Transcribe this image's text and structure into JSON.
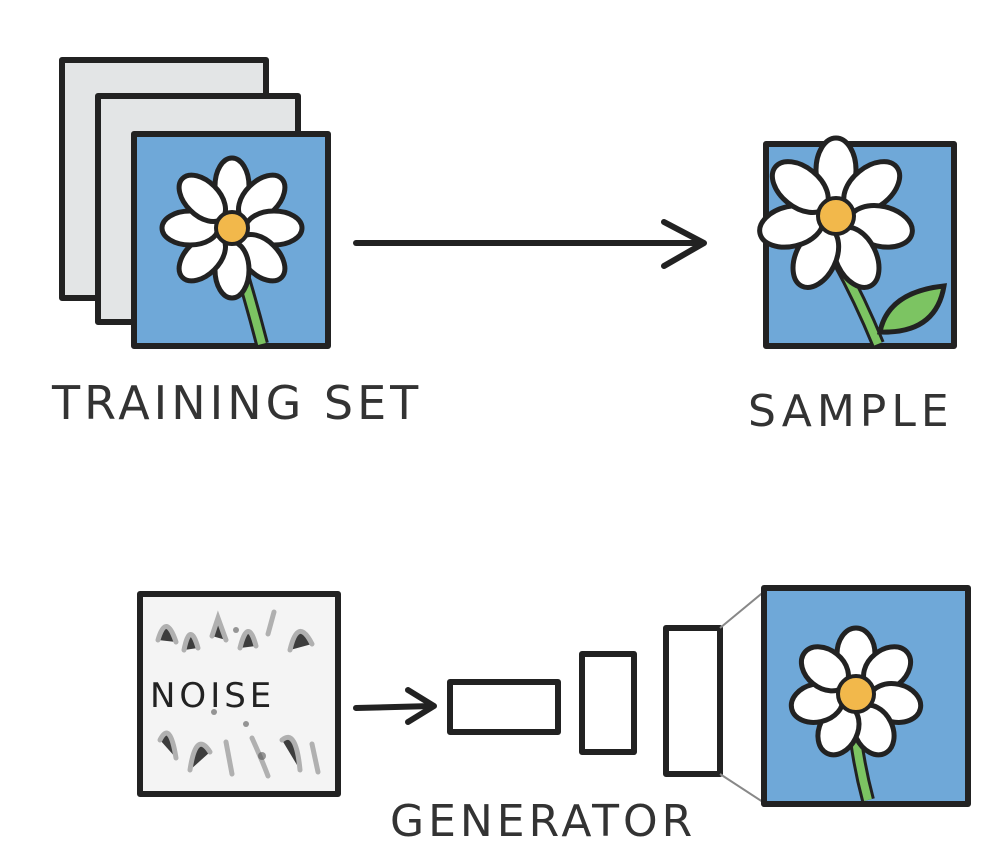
{
  "labels": {
    "training_set": "TRAINING SET",
    "sample": "SAMPLE",
    "noise": "NOISE",
    "generator": "GENERATOR"
  },
  "colors": {
    "stroke": "#222222",
    "sky": "#6fa8d8",
    "petal": "#ffffff",
    "center": "#f2b84b",
    "stem": "#7cc462",
    "paper": "#e3e5e6",
    "noise": "#9a9a9a"
  },
  "icons": {
    "arrow": "right-arrow-icon",
    "flower": "daisy-flower-icon"
  }
}
